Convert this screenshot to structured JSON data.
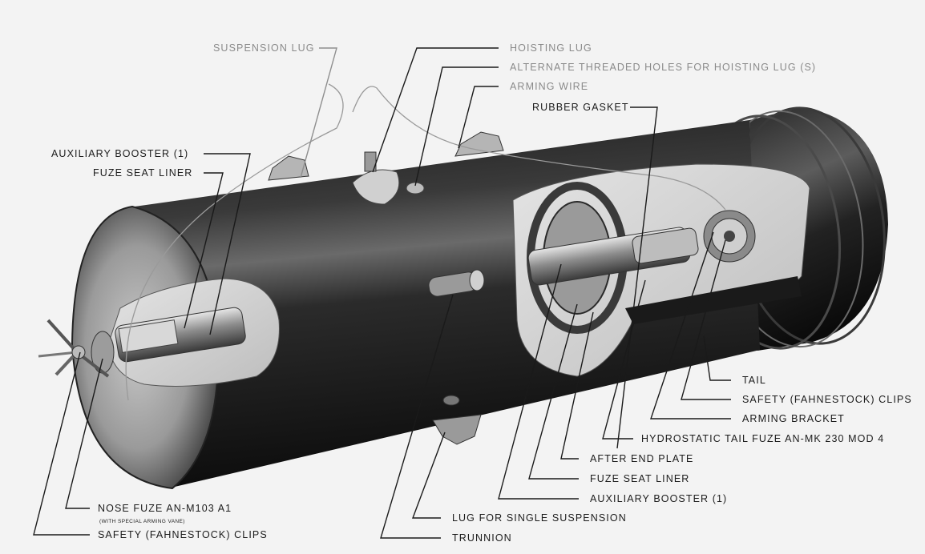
{
  "labels": {
    "suspension_lug": "SUSPENSION LUG",
    "hoisting_lug": "HOISTING LUG",
    "alternate_holes": "ALTERNATE THREADED HOLES FOR HOISTING LUG (S)",
    "arming_wire": "ARMING WIRE",
    "rubber_gasket": "RUBBER GASKET",
    "aux_booster_left": "AUXILIARY BOOSTER (1)",
    "fuze_seat_liner_left": "FUZE SEAT LINER",
    "tail": "TAIL",
    "safety_clips_right": "SAFETY (FAHNESTOCK) CLIPS",
    "arming_bracket": "ARMING BRACKET",
    "hydrostatic_fuze": "HYDROSTATIC TAIL FUZE AN-MK 230 MOD 4",
    "after_end_plate": "AFTER END PLATE",
    "fuze_seat_liner_right": "FUZE SEAT LINER",
    "aux_booster_right": "AUXILIARY BOOSTER (1)",
    "lug_single_suspension": "LUG FOR SINGLE SUSPENSION",
    "trunnion": "TRUNNION",
    "nose_fuze": "NOSE FUZE AN-M103 A1",
    "nose_fuze_note": "(WITH SPECIAL ARMING VANE)",
    "safety_clips_left": "SAFETY (FAHNESTOCK) CLIPS"
  },
  "colors": {
    "background": "#f3f3f3",
    "body_dark": "#111111",
    "body_mid": "#4a4a4a",
    "highlight": "#bdbdbd",
    "cutaway": "#dcdcdc",
    "label_text": "#1c1c1c",
    "label_text_gray": "#8a8a8a"
  }
}
